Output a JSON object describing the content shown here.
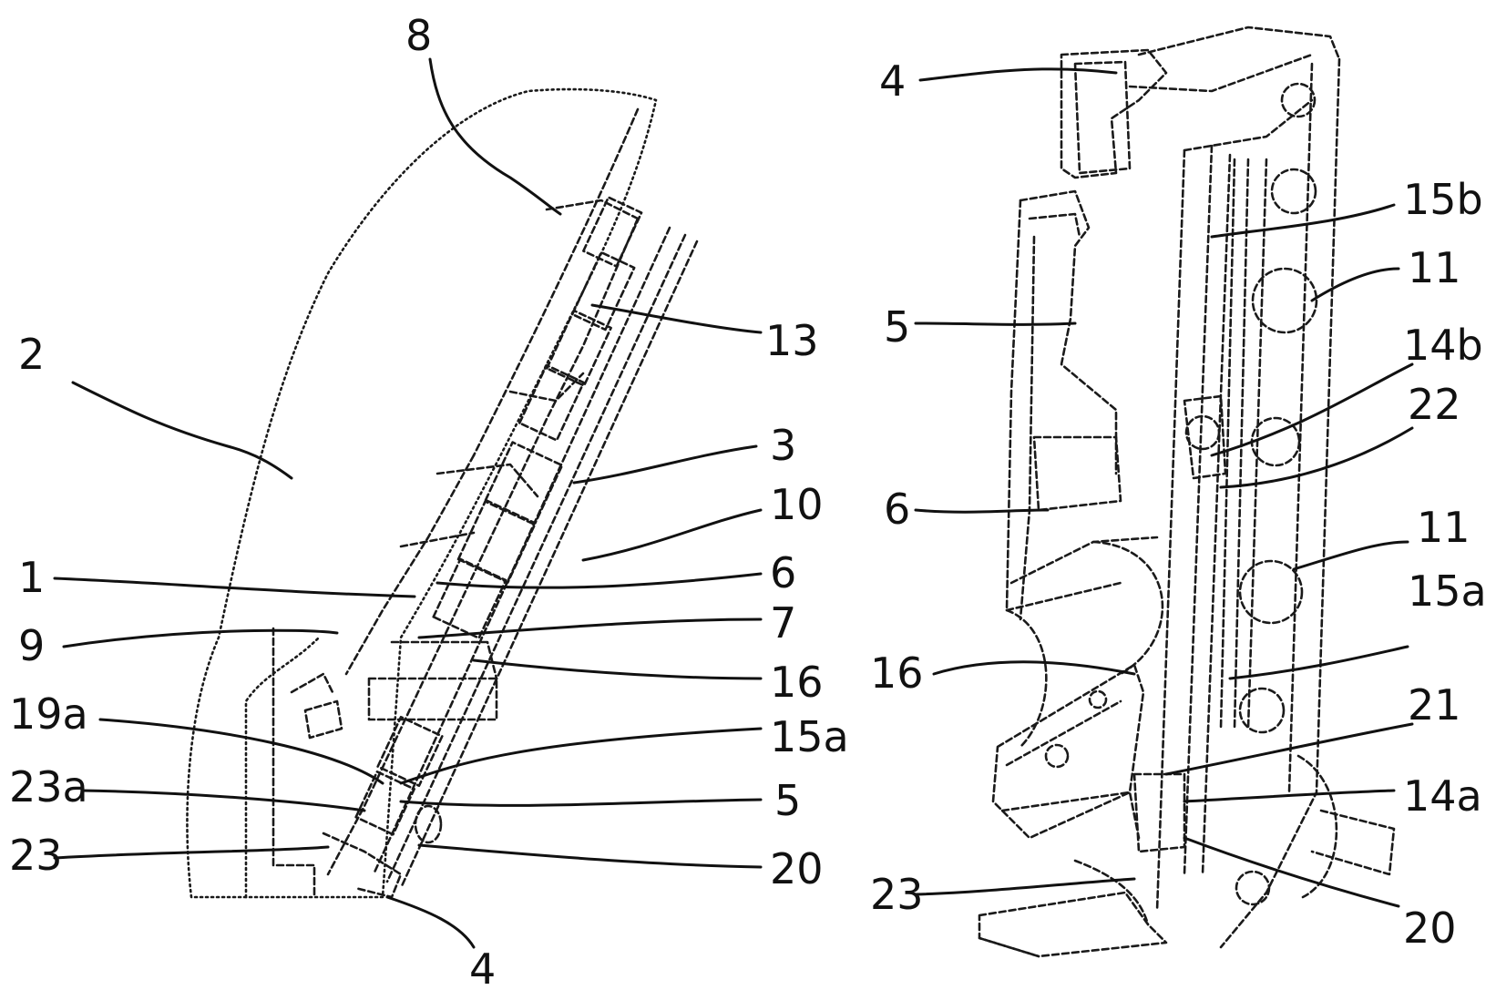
{
  "figure": {
    "left_view": {
      "labels": [
        "8",
        "2",
        "13",
        "3",
        "10",
        "1",
        "6",
        "9",
        "7",
        "16",
        "19a",
        "15a",
        "23a",
        "5",
        "23",
        "20",
        "4"
      ]
    },
    "right_view": {
      "labels": [
        "4",
        "15b",
        "5",
        "11",
        "14b",
        "22",
        "6",
        "11",
        "15a",
        "16",
        "21",
        "14a",
        "23",
        "20"
      ]
    }
  }
}
